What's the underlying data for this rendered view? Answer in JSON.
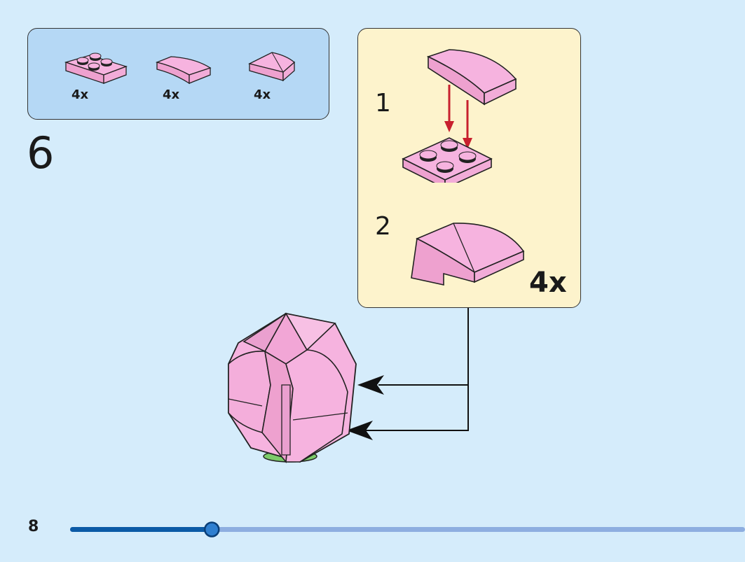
{
  "parts_list": [
    {
      "icon": "plate-2x2-icon",
      "qty": "4x"
    },
    {
      "icon": "curved-slope-icon",
      "qty": "4x"
    },
    {
      "icon": "wedge-slope-icon",
      "qty": "4x"
    }
  ],
  "step": {
    "number": "6"
  },
  "callout": {
    "substeps": [
      "1",
      "2"
    ],
    "qty": "4x"
  },
  "page": {
    "number": "8",
    "progress": 0.21
  },
  "colors": {
    "background": "#d5ecfb",
    "parts_box": "#b5d8f5",
    "callout": "#fdf3cc",
    "brick_pink": "#f6b3df",
    "arrow_red": "#c8202e",
    "progress_dark": "#0b5aa6",
    "progress_light": "#8eaee0"
  }
}
